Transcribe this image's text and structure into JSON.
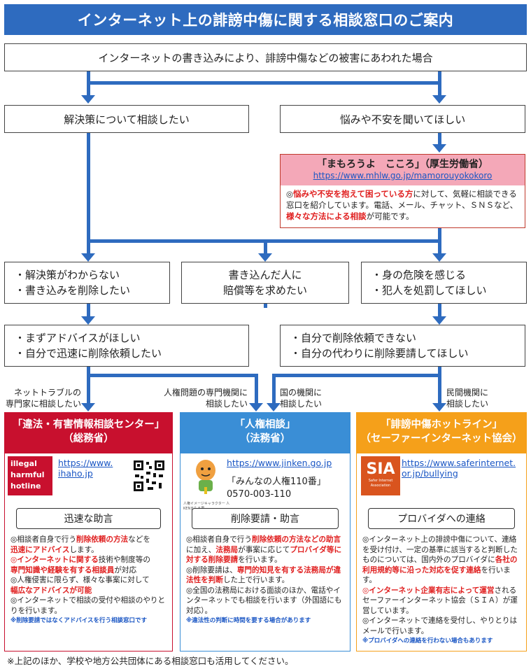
{
  "title": "インターネット上の誹謗中傷に関する相談窓口のご案内",
  "top_box": "インターネットの書き込みにより、誹謗中傷などの被害にあわれた場合",
  "level2": {
    "left": "解決策について相談したい",
    "right": "悩みや不安を聞いてほしい"
  },
  "mamorou": {
    "title": "「まもろうよ　こころ」（厚生労働省）",
    "url": "https://www.mhlw.go.jp/mamorouyokokoro",
    "body_1": "◎",
    "body_red1": "悩みや不安を抱えて困っている方",
    "body_2": "に対して、気軽に相談できる窓口を紹介しています。電話、メール、チャット、ＳＮＳなど、",
    "body_red2": "様々な方法による相談",
    "body_3": "が可能です。"
  },
  "level3": {
    "left_1": "・解決策がわからない",
    "left_2": "・書き込みを削除したい",
    "center_1": "書き込んだ人に",
    "center_2": "賠償等を求めたい",
    "right_1": "・身の危険を感じる",
    "right_2": "・犯人を処罰してほしい"
  },
  "level4": {
    "left_1": "・まずアドバイスがほしい",
    "left_2": "・自分で迅速に削除依頼したい",
    "right_1": "・自分で削除依頼できない",
    "right_2": "・自分の代わりに削除要請してほしい"
  },
  "labels": {
    "a_1": "ネットトラブルの",
    "a_2": "専門家に相談したい",
    "b_1": "人権問題の専門機関に",
    "b_2": "相談したい",
    "c_1": "国の機関に",
    "c_2": "相談したい",
    "d_1": "民間機関に",
    "d_2": "相談したい"
  },
  "cards": {
    "ihaho": {
      "head_1": "「違法・有害情報相談センター」",
      "head_2": "（総務省）",
      "url_1": "https://www.",
      "url_2": "ihaho.jp",
      "logo_1": "illegal",
      "logo_2": "harmful",
      "logo_3": "hotline",
      "pill": "迅速な助言",
      "b1": "◎相談者自身で行う",
      "b1r": "削除依頼の方法",
      "b1b": "などを",
      "b1r2": "迅速にアドバイス",
      "b1c": "します。",
      "b2r": "◎インターネットに関する",
      "b2": "技術や制度等の",
      "b2r2": "専門知識や経験を有する相談員",
      "b2b": "が対応",
      "b3": "◎人権侵害に限らず、様々な事案に対して",
      "b3r": "幅広なアドバイスが可能",
      "b4": "◎インターネットで相談の受付や相談のやりとりを行います。",
      "note": "※削除要請ではなくアドバイスを行う相談窓口です",
      "color": "#c8102e"
    },
    "jinken": {
      "head_1": "「人権相談」",
      "head_2": "（法務省）",
      "url": "https://www.jinken.go.jp",
      "phone_label": "「みんなの人権110番」",
      "phone": "0570-003-110",
      "mascot_caption": "人権イメージキャラクター 人KENまもる君",
      "pill": "削除要請・助言",
      "b1": "◎相談者自身で行う",
      "b1r": "削除依頼の方法などの助言",
      "b1b": "に加え、",
      "b1r2": "法務局",
      "b1c": "が事案に応じて",
      "b1r3": "プロバイダ等に対する削除要請",
      "b1d": "を行います。",
      "b2": "◎削除要請は、",
      "b2r": "専門的知見を有する法務局が違法性を判断",
      "b2b": "した上で行います。",
      "b3": "◎全国の法務局における面談のほか、電話やインターネットでも相談を行います（外国語にも対応）。",
      "note": "※違法性の判断に時間を要する場合があります",
      "color": "#3a8ed6"
    },
    "sia": {
      "head_1": "「誹謗中傷ホットライン」",
      "head_2": "（セーファーインターネット協会）",
      "url_1": "https://www.saferinternet.",
      "url_2": "or.jp/bullying",
      "logo": "SIA",
      "logo_sub": "Safer Internet Association",
      "pill": "プロバイダへの連絡",
      "b1": "◎インターネット上の誹謗中傷について、連絡を受け付け、一定の基準に該当すると判断したものについては、国内外のプロバイダに",
      "b1r": "各社の利用規約等に沿った対応を促す連絡",
      "b1b": "を行います。",
      "b2r": "◎インターネット企業有志によって運営",
      "b2": "されるセーファーインターネット協会（ＳＩＡ）が運営しています。",
      "b3": "◎インターネットで連絡を受付し、やりとりはメールで行います。",
      "note": "※プロバイダへの連絡を行わない場合もあります",
      "color": "#f5a01a"
    }
  },
  "footer": "※上記のほか、学校や地方公共団体にある相談窓口も活用してください。"
}
